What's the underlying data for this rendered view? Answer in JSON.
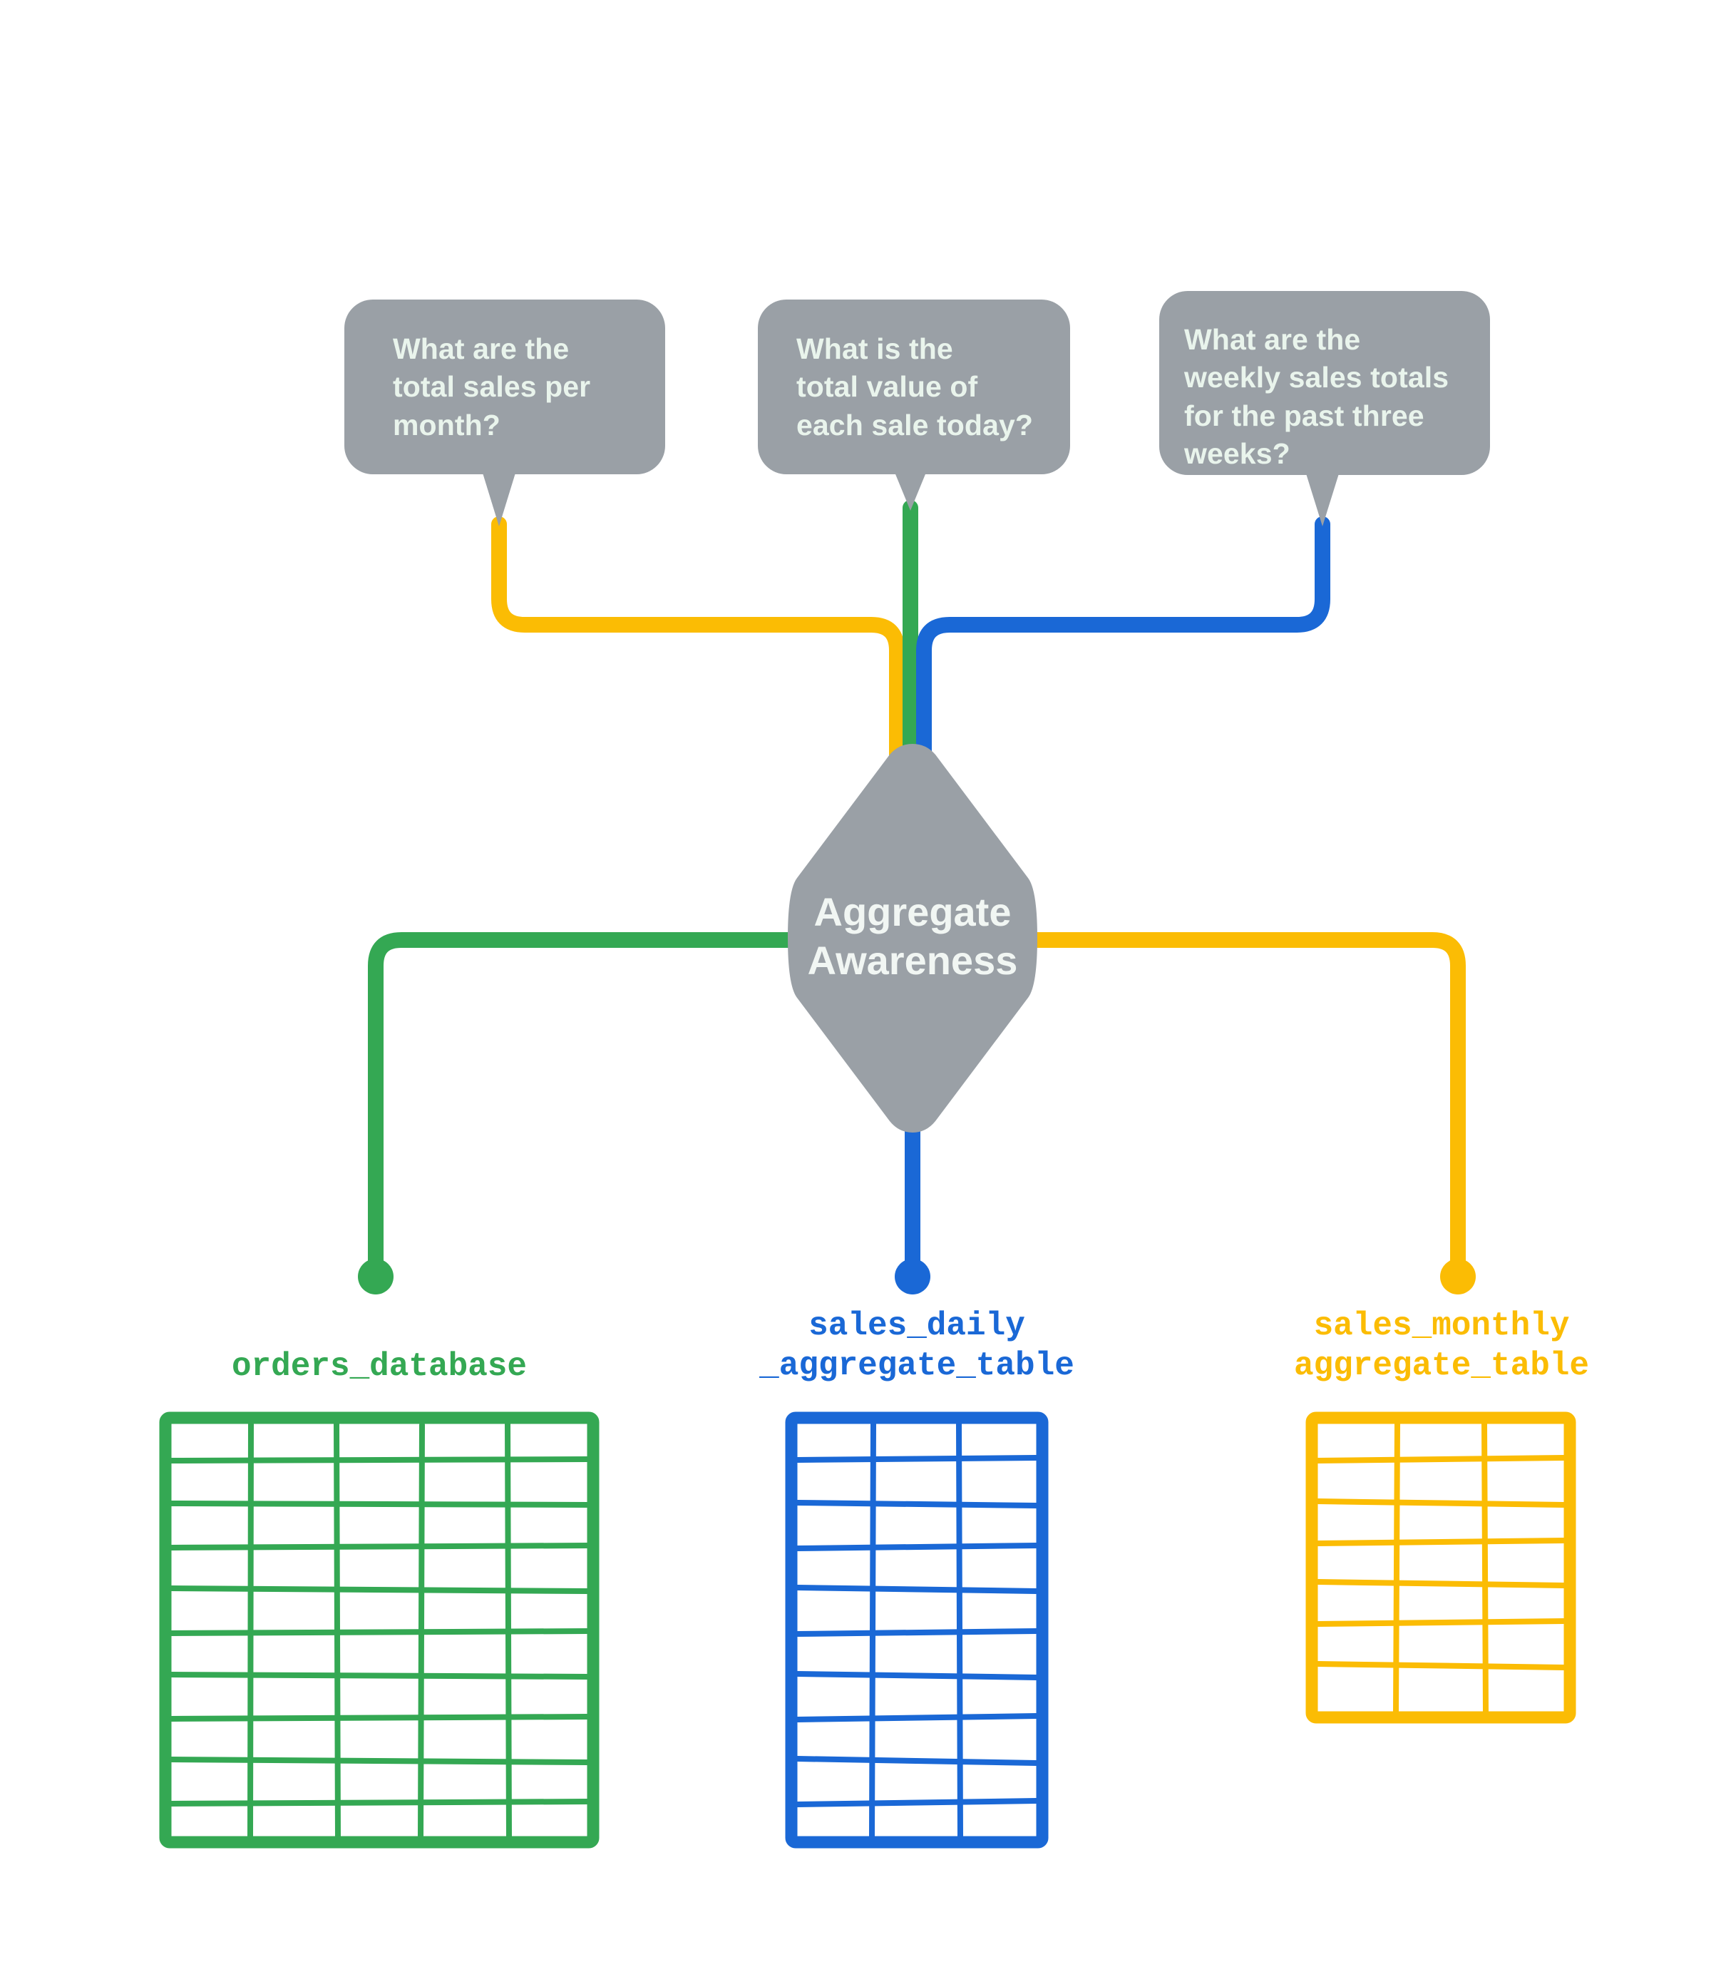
{
  "diagram": {
    "title": "Aggregate Awareness",
    "colors": {
      "green": "#34A853",
      "blue": "#1A68D6",
      "yellow": "#FBBC04",
      "gray": "#9AA0A6",
      "bubble_text": "#E9F4EC",
      "node_text": "#F1F6F3",
      "background": "#FFFFFF"
    },
    "questions": [
      {
        "id": "q-monthly",
        "text": "What are the\ntotal sales per\nmonth?",
        "edge_color": "#FBBC04"
      },
      {
        "id": "q-daily",
        "text": "What is the\ntotal value of\neach sale today?",
        "edge_color": "#34A853"
      },
      {
        "id": "q-weekly",
        "text": "What are the\nweekly sales totals\nfor the past three\nweeks?",
        "edge_color": "#1A68D6"
      }
    ],
    "center_node": {
      "label": "Aggregate\nAwareness",
      "shape": "diamond"
    },
    "sources": [
      {
        "id": "orders-database",
        "label": "orders_database",
        "color": "#34A853",
        "columns": 5,
        "rows": 10
      },
      {
        "id": "sales-daily-aggregate-table",
        "label": "sales_daily\n_aggregate_table",
        "color": "#1A68D6",
        "columns": 3,
        "rows": 10
      },
      {
        "id": "sales-monthly-aggregate-table",
        "label": "sales_monthly\naggregate_table",
        "color": "#FBBC04",
        "columns": 3,
        "rows": 7
      }
    ]
  }
}
